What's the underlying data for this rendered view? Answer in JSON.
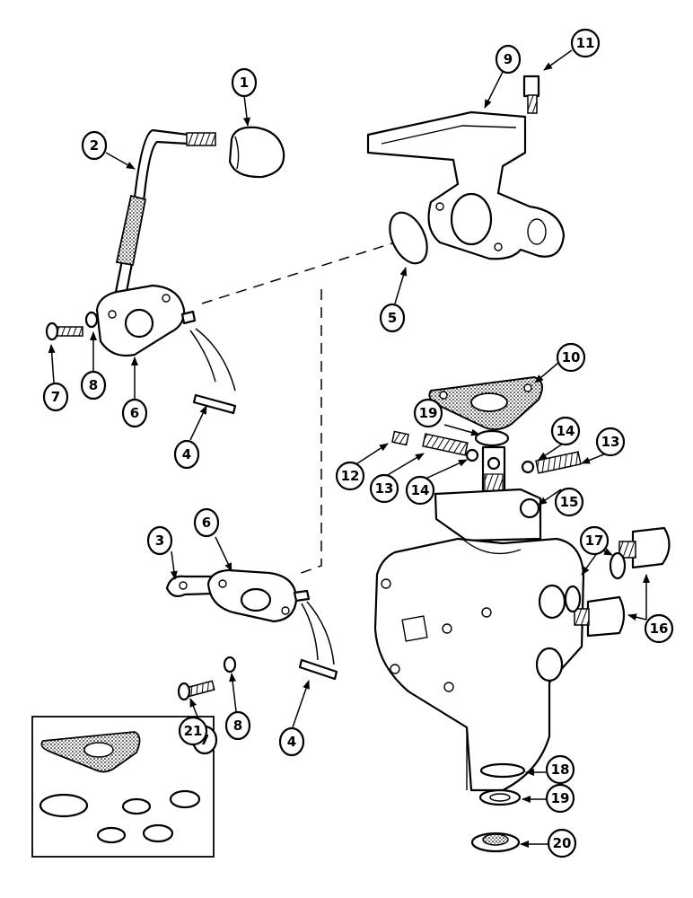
{
  "callouts": [
    "1",
    "2",
    "3",
    "4",
    "4",
    "5",
    "6",
    "6",
    "7",
    "7",
    "8",
    "8",
    "9",
    "10",
    "11",
    "12",
    "13",
    "13",
    "14",
    "14",
    "15",
    "16",
    "17",
    "18",
    "19",
    "19",
    "20",
    "21"
  ]
}
